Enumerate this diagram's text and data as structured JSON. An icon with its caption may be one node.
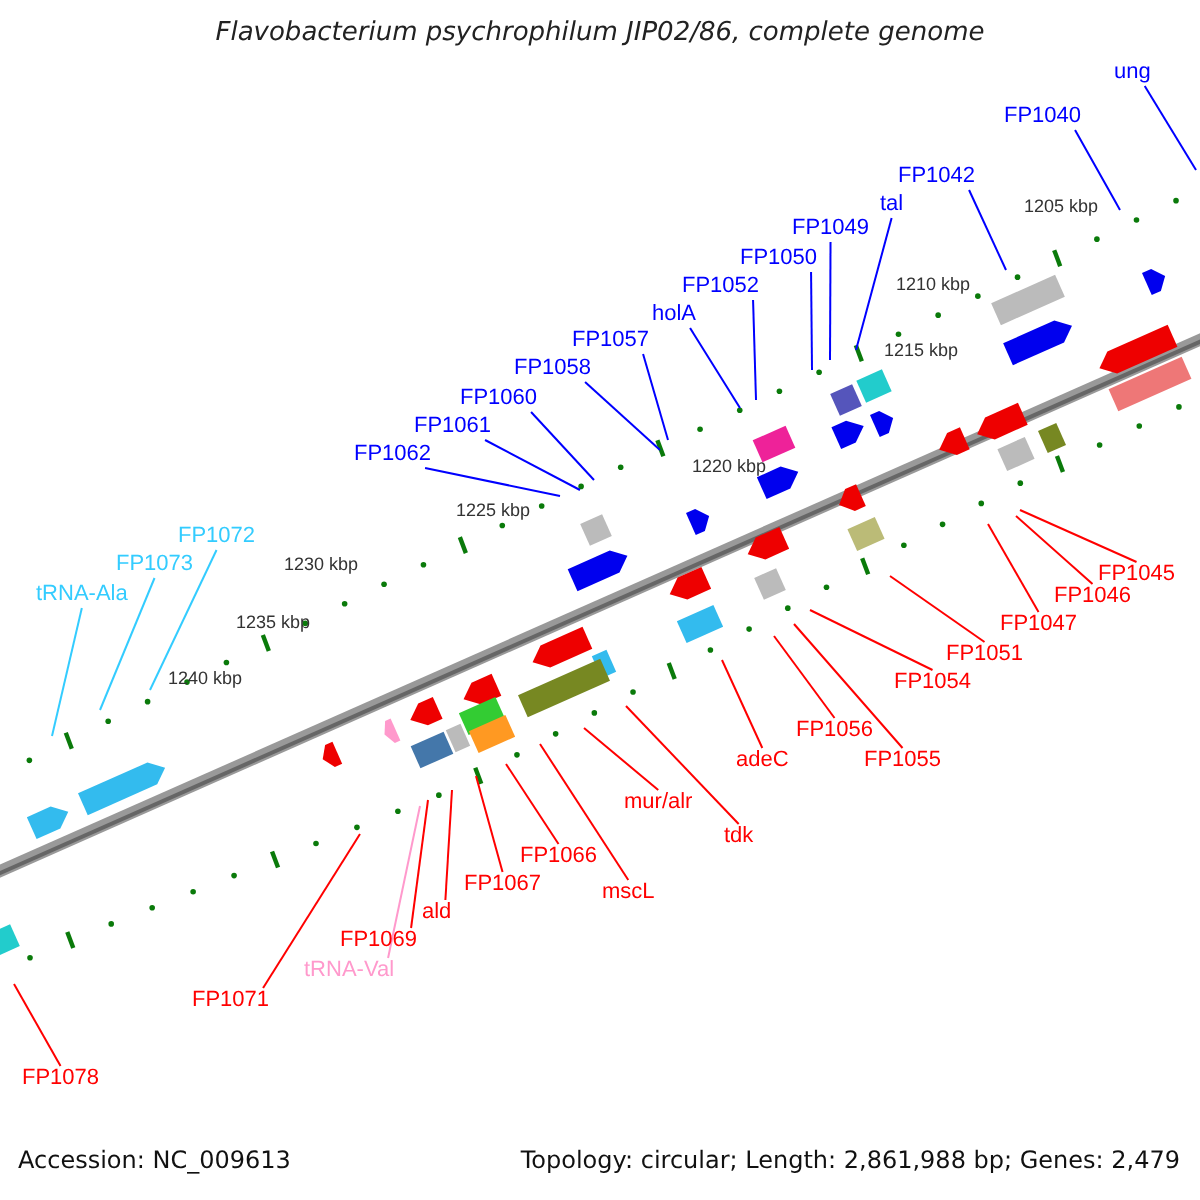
{
  "diagram": {
    "title": "Flavobacterium psychrophilum JIP02/86, complete genome",
    "nodes": [
      {
        "text": [
          "ung"
        ]
      },
      {
        "text": [
          "FP1040"
        ]
      },
      {
        "text": [
          "FP1042"
        ]
      },
      {
        "text": [
          "tal"
        ]
      },
      {
        "text": [
          "FP1049"
        ]
      },
      {
        "text": [
          "FP1050"
        ]
      },
      {
        "text": [
          "FP1052"
        ]
      },
      {
        "text": [
          "holA"
        ]
      },
      {
        "text": [
          "FP1057"
        ]
      },
      {
        "text": [
          "FP1058"
        ]
      },
      {
        "text": [
          "FP1060"
        ]
      },
      {
        "text": [
          "FP1061"
        ]
      },
      {
        "text": [
          "FP1062"
        ]
      },
      {
        "text": [
          "FP1072"
        ]
      },
      {
        "text": [
          "FP1073"
        ]
      },
      {
        "text": [
          "tRNA-Ala"
        ]
      },
      {
        "text": [
          "FP1045"
        ]
      },
      {
        "text": [
          "FP1046"
        ]
      },
      {
        "text": [
          "FP1047"
        ]
      },
      {
        "text": [
          "FP1051"
        ]
      },
      {
        "text": [
          "FP1054"
        ]
      },
      {
        "text": [
          "FP1056"
        ]
      },
      {
        "text": [
          "FP1055"
        ]
      },
      {
        "text": [
          "adeC"
        ]
      },
      {
        "text": [
          "mur/alr"
        ]
      },
      {
        "text": [
          "tdk"
        ]
      },
      {
        "text": [
          "FP1066"
        ]
      },
      {
        "text": [
          "mscL"
        ]
      },
      {
        "text": [
          "FP1067"
        ]
      },
      {
        "text": [
          "ald"
        ]
      },
      {
        "text": [
          "FP1069"
        ]
      },
      {
        "text": [
          "tRNA-Val"
        ]
      },
      {
        "text": [
          "FP1071"
        ]
      },
      {
        "text": [
          "FP1078"
        ]
      }
    ],
    "edges": [
      {
        "from": 0,
        "to": null,
        "arrow": "none",
        "color": "#0000ff"
      },
      {
        "from": 1,
        "to": null,
        "arrow": "none",
        "color": "#0000ff"
      },
      {
        "from": 2,
        "to": null,
        "arrow": "none",
        "color": "#0000ff"
      },
      {
        "from": 3,
        "to": null,
        "arrow": "none",
        "color": "#0000ff"
      },
      {
        "from": 4,
        "to": null,
        "arrow": "none",
        "color": "#0000ff"
      },
      {
        "from": 5,
        "to": null,
        "arrow": "none",
        "color": "#0000ff"
      },
      {
        "from": 6,
        "to": null,
        "arrow": "none",
        "color": "#0000ff"
      },
      {
        "from": 7,
        "to": null,
        "arrow": "none",
        "color": "#0000ff"
      },
      {
        "from": 8,
        "to": null,
        "arrow": "none",
        "color": "#0000ff"
      },
      {
        "from": 9,
        "to": null,
        "arrow": "none",
        "color": "#0000ff"
      },
      {
        "from": 10,
        "to": null,
        "arrow": "none",
        "color": "#0000ff"
      },
      {
        "from": 11,
        "to": null,
        "arrow": "none",
        "color": "#0000ff"
      },
      {
        "from": 12,
        "to": null,
        "arrow": "none",
        "color": "#0000ff"
      },
      {
        "from": 13,
        "to": null,
        "arrow": "none",
        "color": "#33ccff"
      },
      {
        "from": 14,
        "to": null,
        "arrow": "none",
        "color": "#33ccff"
      },
      {
        "from": 15,
        "to": null,
        "arrow": "none",
        "color": "#33ccff"
      },
      {
        "from": 16,
        "to": null,
        "arrow": "none"
      },
      {
        "from": 17,
        "to": null,
        "arrow": "none"
      },
      {
        "from": 18,
        "to": null,
        "arrow": "none"
      },
      {
        "from": 19,
        "to": null,
        "arrow": "none"
      },
      {
        "from": 20,
        "to": null,
        "arrow": "none"
      },
      {
        "from": 21,
        "to": null,
        "arrow": "none"
      },
      {
        "from": 22,
        "to": null,
        "arrow": "none"
      },
      {
        "from": 23,
        "to": null,
        "arrow": "none"
      },
      {
        "from": 24,
        "to": null,
        "arrow": "none"
      },
      {
        "from": 25,
        "to": null,
        "arrow": "none"
      },
      {
        "from": 26,
        "to": null,
        "arrow": "none"
      },
      {
        "from": 27,
        "to": null,
        "arrow": "none"
      },
      {
        "from": 28,
        "to": null,
        "arrow": "none"
      },
      {
        "from": 29,
        "to": null,
        "arrow": "none"
      },
      {
        "from": 30,
        "to": null,
        "arrow": "none"
      },
      {
        "from": 31,
        "to": null,
        "arrow": "none",
        "color": "#ff99cc"
      },
      {
        "from": 32,
        "to": null,
        "arrow": "none"
      },
      {
        "from": 33,
        "to": null,
        "arrow": "none"
      }
    ],
    "labels": [
      "1205 kbp",
      "1210 kbp",
      "1215 kbp",
      "1220 kbp",
      "1225 kbp",
      "1230 kbp",
      "1235 kbp",
      "1240 kbp",
      "Accession: NC_009613",
      "Topology: circular; Length: 2,861,988 bp; Genes: 2,479"
    ]
  }
}
